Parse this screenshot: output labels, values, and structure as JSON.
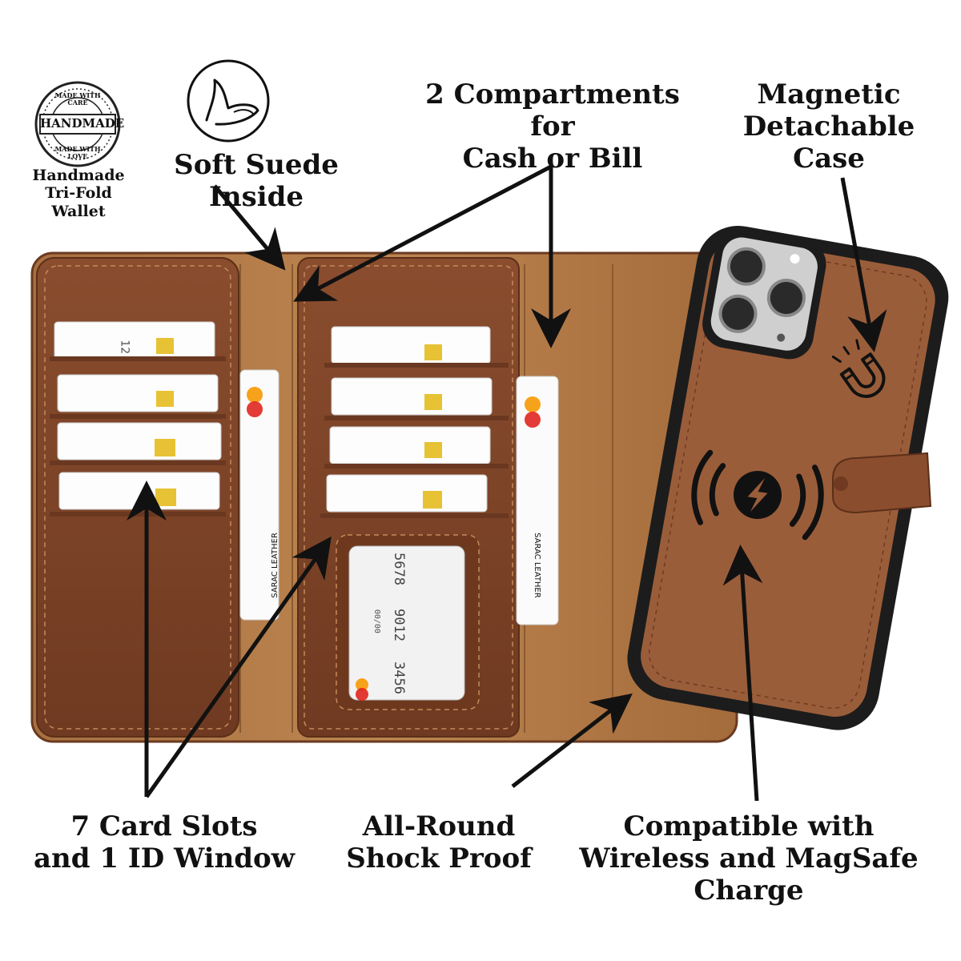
{
  "badge": {
    "ring_text_top": "MADE WITH CARE",
    "center_text": "HANDMADE",
    "ring_text_bottom": "MADE WITH LOVE",
    "caption": [
      "Handmade",
      "Tri-Fold",
      "Wallet"
    ]
  },
  "labels": {
    "suede": "Soft Suede Inside",
    "compartments": [
      "2 Compartments for",
      "Cash or Bill"
    ],
    "magnetic": [
      "Magnetic",
      "Detachable Case"
    ],
    "card_slots": [
      "7 Card Slots",
      "and 1 ID Window"
    ],
    "shock": [
      "All-Round",
      "Shock Proof"
    ],
    "wireless": [
      "Compatible with",
      "Wireless and MagSafe Charge"
    ]
  },
  "card_print": {
    "brand": "SARAC LEATHER",
    "number_fragment": "12",
    "id_numbers": [
      "5678",
      "9012",
      "3456"
    ],
    "id_date": "00/00"
  },
  "icons": [
    "hand-feather-icon",
    "magnet-icon",
    "wireless-charge-icon"
  ],
  "colors": {
    "leather_dark": "#7a4227",
    "leather_mid": "#8f5232",
    "suede": "#b47a45",
    "case_back": "#9a5d3a",
    "case_frame": "#1c1c1c",
    "ink": "#111111"
  }
}
